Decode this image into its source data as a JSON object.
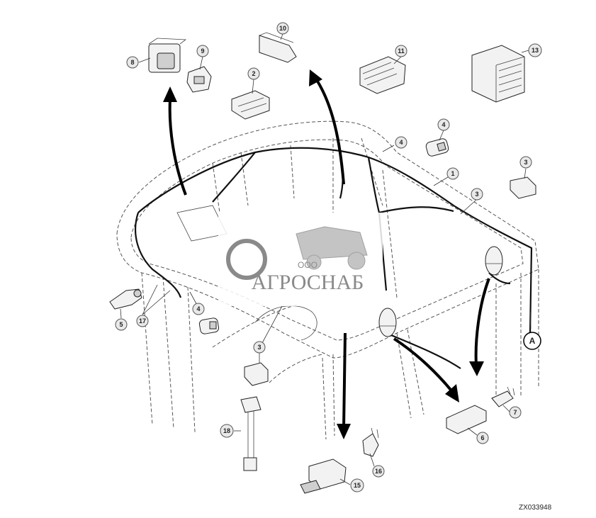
{
  "callouts": [
    {
      "id": "c1",
      "label": "1"
    },
    {
      "id": "c2",
      "label": "2"
    },
    {
      "id": "c3a",
      "label": "3"
    },
    {
      "id": "c3b",
      "label": "3"
    },
    {
      "id": "c3c",
      "label": "3"
    },
    {
      "id": "c4a",
      "label": "4"
    },
    {
      "id": "c4b",
      "label": "4"
    },
    {
      "id": "c4c",
      "label": "4"
    },
    {
      "id": "c5",
      "label": "5"
    },
    {
      "id": "c6",
      "label": "6"
    },
    {
      "id": "c7",
      "label": "7"
    },
    {
      "id": "c8",
      "label": "8"
    },
    {
      "id": "c9",
      "label": "9"
    },
    {
      "id": "c10",
      "label": "10"
    },
    {
      "id": "c11",
      "label": "11"
    },
    {
      "id": "c13",
      "label": "13"
    },
    {
      "id": "c15",
      "label": "15"
    },
    {
      "id": "c16",
      "label": "16"
    },
    {
      "id": "c17",
      "label": "17"
    },
    {
      "id": "c18",
      "label": "18"
    },
    {
      "id": "cA",
      "label": "A"
    }
  ],
  "watermark": {
    "brand": "АГРОСНАБ",
    "prefix": "ООО"
  },
  "reference_code": "ZX033948",
  "colors": {
    "line": "#222222",
    "wire": "#111111",
    "callout_fill": "#e9e9e9",
    "watermark_gray": "#8a8a8a"
  }
}
